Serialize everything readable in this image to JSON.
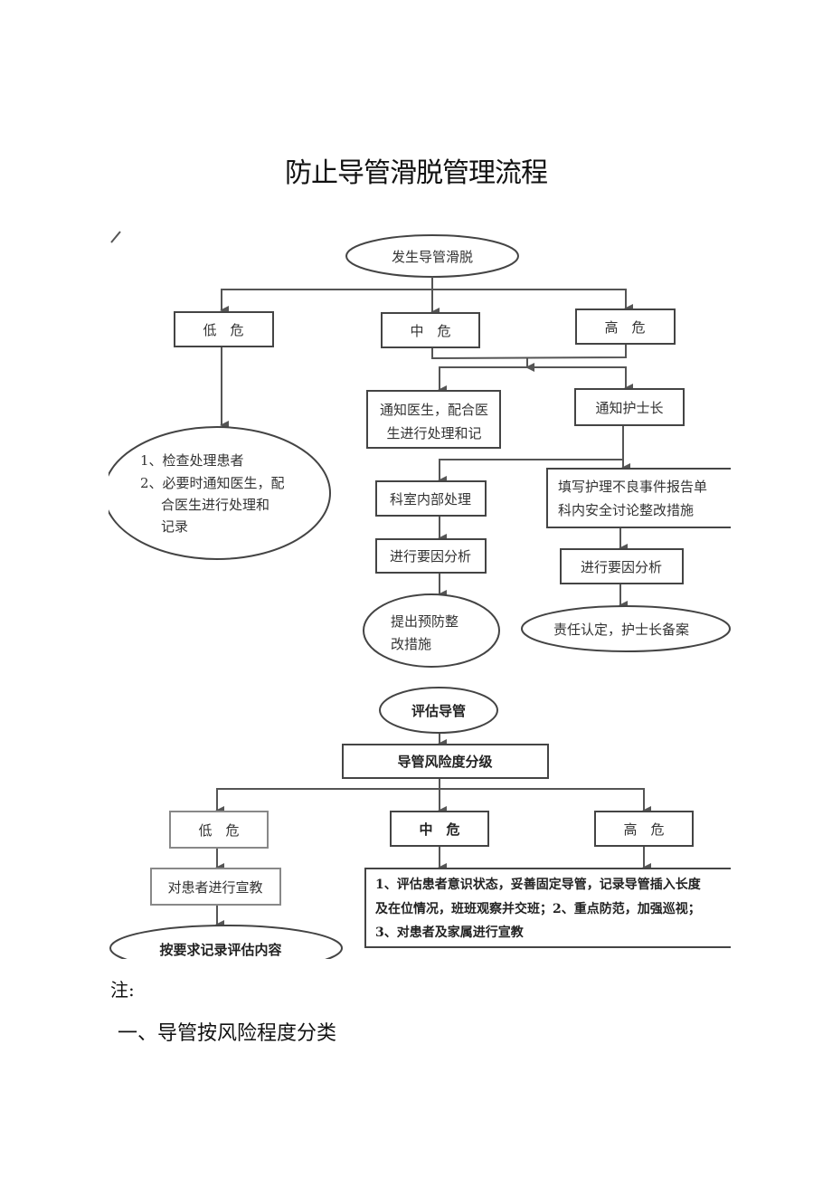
{
  "title": "防止导管滑脱管理流程",
  "flow1": {
    "start": "发生导管滑脱",
    "low": "低　危",
    "mid": "中　危",
    "high": "高　危",
    "low_action": [
      "1、检查处理患者",
      "2、必要时通知医生，配",
      "合医生进行处理和",
      "记录"
    ],
    "notify_doctor": [
      "通知医生，配合医",
      "生进行处理和记"
    ],
    "notify_head_nurse": "通知护士长",
    "dept_handling": "科室内部处理",
    "cause_analysis_left": "进行要因分析",
    "prevention": [
      "提出预防整",
      "改措施"
    ],
    "report": [
      "填写护理不良事件报告单",
      "科内安全讨论整改措施"
    ],
    "cause_analysis_right": "进行要因分析",
    "responsibility": "责任认定，护士长备案"
  },
  "flow2": {
    "start": "评估导管",
    "grading": "导管风险度分级",
    "low": "低　危",
    "mid": "中　危",
    "high": "高　危",
    "educate": "对患者进行宣教",
    "record": "按要求记录评估内容",
    "mid_high_action": [
      "1、评估患者意识状态，妥善固定导管，记录导管插入长度",
      "及在位情况，班班观察并交班；2、重点防范，加强巡视；",
      "3、对患者及家属进行宣教"
    ]
  },
  "note_label": "注:",
  "section_heading": "一、导管按风险程度分类"
}
